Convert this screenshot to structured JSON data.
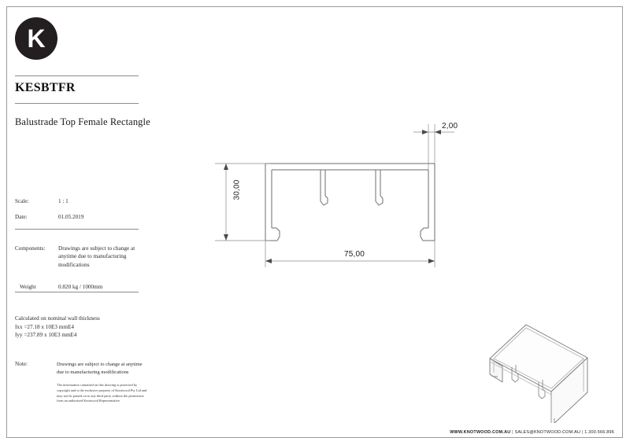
{
  "document": {
    "product_code": "KESBTFR",
    "product_name": "Balustrade Top Female Rectangle",
    "logo_letter": "K"
  },
  "specs": {
    "scale_label": "Scale:",
    "scale_value": "1 : 1",
    "date_label": "Date:",
    "date_value": "01.05.2019",
    "components_label": "Components:",
    "components_value": "Drawings are subject to change at anytime due to manufacturing modifications",
    "weight_label": "Weight",
    "weight_value": "0.820 kg / 1000mm",
    "calc_value": "Calculated on nominal wall thickness\nIxx =27.18 x 10E3 mmE4\nIyy =237.89 x 10E3 mmE4"
  },
  "note": {
    "label": "Note:",
    "main": "Drawings are subject to change at anytime due to manufacturing modifications",
    "fine": "The information contained on this drawing is protected by copyright and is the exclusive property of Knotwood Pty Ltd and may not be passed on to any third party without the permission from an authorised Knotwood Representative"
  },
  "drawing": {
    "dim_width": "75,00",
    "dim_height": "30,00",
    "dim_thickness": "2,00"
  },
  "footer": {
    "website": "WWW.KNOTWOOD.COM.AU",
    "separator_1": " | ",
    "email": "SALES@KNOTWOOD.COM.AU",
    "separator_2": " | ",
    "phone": "1.300.566.896"
  },
  "chart_data": {
    "type": "table",
    "title": "Balustrade Top Female Rectangle cross-section",
    "dimensions_mm": {
      "overall_width": 75.0,
      "overall_height": 30.0,
      "wall_thickness": 2.0
    },
    "section_properties": {
      "Ixx": "27.18 x 10E3 mmE4",
      "Iyy": "237.89 x 10E3 mmE4",
      "weight_per_metre": "0.820 kg / 1000mm"
    }
  }
}
